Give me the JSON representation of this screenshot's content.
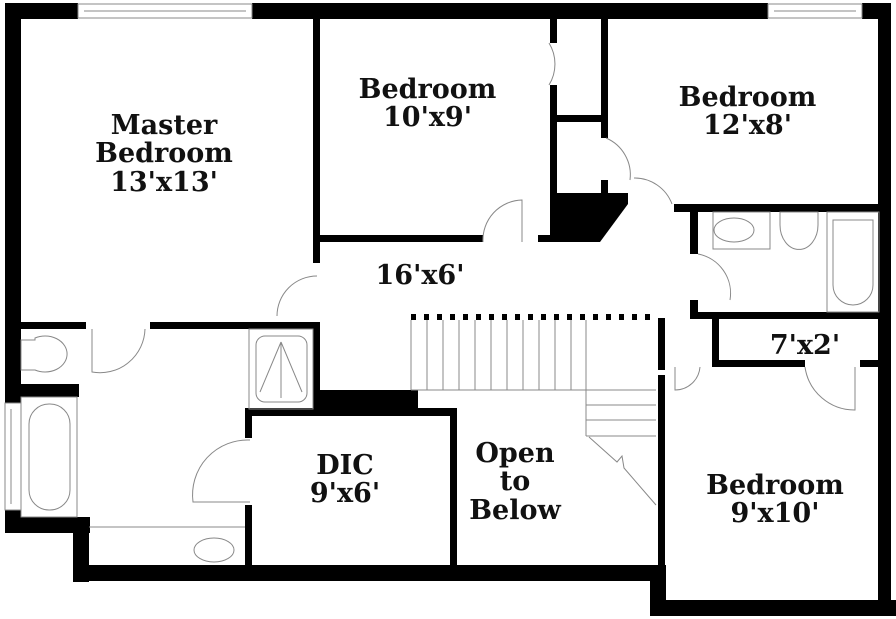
{
  "floorplan": {
    "colors": {
      "wall": "#000000",
      "fixture": "#888888",
      "background": "#ffffff"
    },
    "rooms": [
      {
        "id": "master-bedroom",
        "lines": [
          "Master",
          "Bedroom",
          "13'x13'"
        ]
      },
      {
        "id": "bedroom-2",
        "lines": [
          "Bedroom",
          "10'x9'"
        ]
      },
      {
        "id": "bedroom-3",
        "lines": [
          "Bedroom",
          "12'x8'"
        ]
      },
      {
        "id": "hall",
        "lines": [
          "16'x6'"
        ]
      },
      {
        "id": "closet",
        "lines": [
          "7'x2'"
        ]
      },
      {
        "id": "dic",
        "lines": [
          "DIC",
          "9'x6'"
        ]
      },
      {
        "id": "open-to-below",
        "lines": [
          "Open",
          "to",
          "Below"
        ]
      },
      {
        "id": "bedroom-4",
        "lines": [
          "Bedroom",
          "9'x10'"
        ]
      }
    ]
  }
}
